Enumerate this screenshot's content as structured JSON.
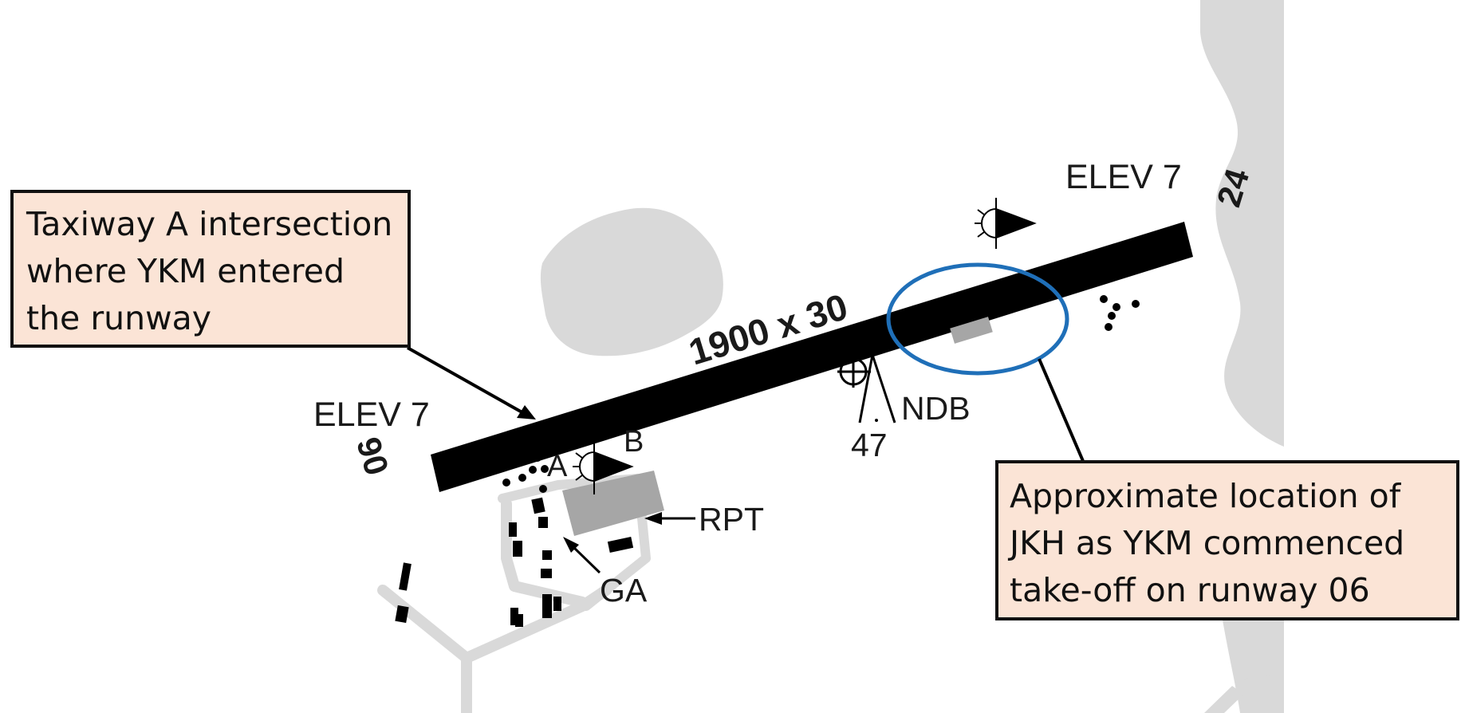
{
  "runway": {
    "dimensions": "1900 x 30",
    "end_west": "06",
    "end_east": "24",
    "elev_west": "ELEV 7",
    "elev_east": "ELEV 7"
  },
  "labels": {
    "taxiway_a": "A",
    "taxiway_b": "B",
    "rpt": "RPT",
    "ga": "GA",
    "ndb": "NDB",
    "ndb_height": "47"
  },
  "callouts": {
    "taxiway": [
      "Taxiway A intersection",
      "where YKM entered",
      "the runway"
    ],
    "jkh": [
      "Approximate location of",
      "JKH as YKM commenced",
      "take-off on runway 06"
    ]
  },
  "colors": {
    "runway": "#000000",
    "terrain": "#d9d9d9",
    "apron": "#a6a6a6",
    "callout_fill": "#fbe4d6",
    "ellipse": "#1f6fb8"
  }
}
